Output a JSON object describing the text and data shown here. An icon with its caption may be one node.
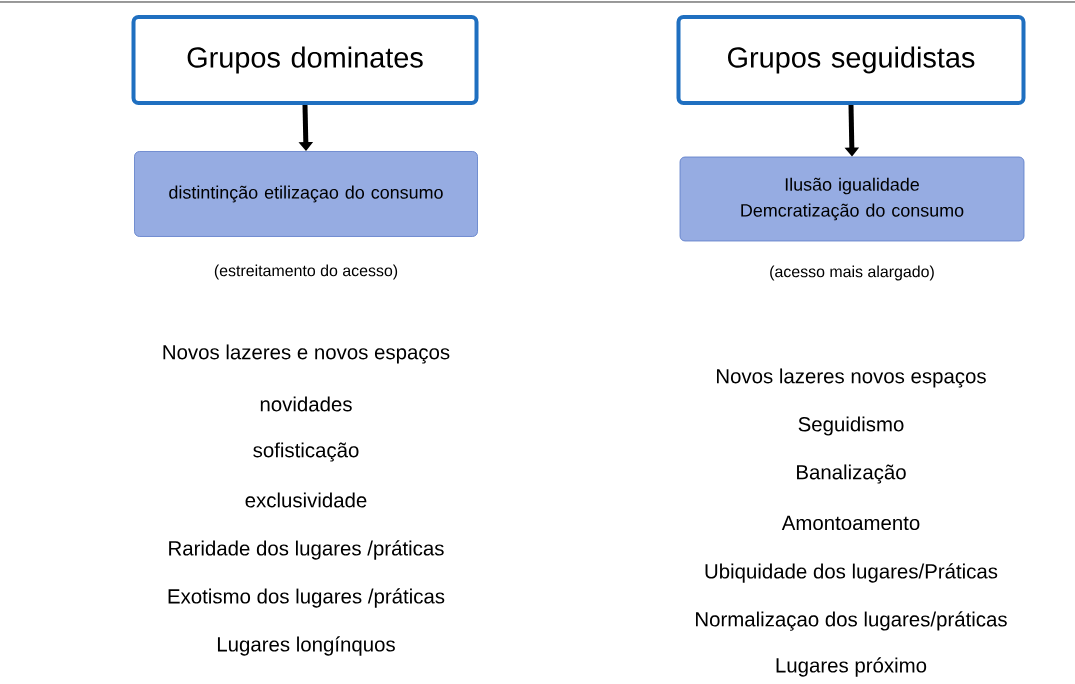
{
  "diagram": {
    "nodes": [
      {
        "text": [
          "Grupos dominates"
        ]
      },
      {
        "text": [
          "distintinção etilizaçao do consumo"
        ],
        "beside": [
          "(estreitamento do acesso)"
        ]
      },
      {
        "text": [
          "Grupos seguidistas"
        ]
      },
      {
        "text": [
          "Ilusão igualidade",
          "Demcratização do consumo"
        ],
        "beside": [
          "(acesso mais alargado)"
        ]
      }
    ],
    "edges": [
      {
        "from": 0,
        "to": 1,
        "arrow": "to"
      },
      {
        "from": 2,
        "to": 3,
        "arrow": "to"
      }
    ],
    "labels": [
      "Novos lazeres e novos espaços",
      "novidades",
      "sofisticação",
      "exclusividade",
      "Raridade dos lugares /práticas",
      "Exotismo dos lugares /práticas",
      "Lugares longínquos",
      "Novos lazeres novos espaços",
      "Seguidismo",
      "Banalização",
      "Amontoamento",
      "Ubiquidade dos lugares/Práticas",
      "Normalizaçao dos lugares/práticas",
      "Lugares próximo"
    ]
  }
}
